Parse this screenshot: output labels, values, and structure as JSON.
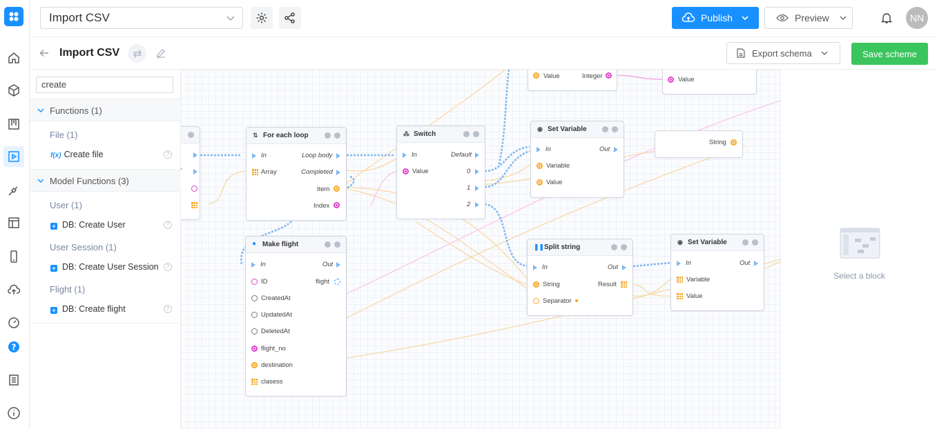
{
  "app": {
    "scheme_select": "Import CSV",
    "publish_label": "Publish",
    "preview_label": "Preview",
    "avatar_initials": "NN"
  },
  "subbar": {
    "title": "Import CSV",
    "export_label": "Export schema",
    "save_label": "Save scheme"
  },
  "rail": {
    "icons": [
      "home-icon",
      "cube-icon",
      "board-icon",
      "play-icon",
      "plug-icon",
      "layout-icon",
      "mobile-icon",
      "cloud-upload-icon",
      "gauge-icon",
      "help-icon",
      "book-icon",
      "info-icon"
    ]
  },
  "panel": {
    "search_value": "create",
    "sections": [
      {
        "label": "Functions (1)",
        "groups": [
          {
            "label": "File (1)",
            "items": [
              "Create file"
            ]
          }
        ]
      },
      {
        "label": "Model Functions (3)",
        "groups": [
          {
            "label": "User (1)",
            "items": [
              "DB: Create User"
            ]
          },
          {
            "label": "User Session (1)",
            "items": [
              "DB: Create User Session"
            ]
          },
          {
            "label": "Flight (1)",
            "items": [
              "DB: Create flight"
            ]
          }
        ]
      }
    ]
  },
  "canvas": {
    "partial_left": {
      "ports": [
        "w",
        "ed",
        "er",
        "s"
      ]
    },
    "top_node_a": {
      "ports": {
        "value": "Value",
        "integer": "Integer"
      }
    },
    "top_node_b": {
      "ports": {
        "value": "Value"
      }
    },
    "string_node": {
      "ports": {
        "string": "String"
      }
    },
    "for_each": {
      "title": "For each loop",
      "ports": {
        "in": "In",
        "array": "Array",
        "loop_body": "Loop body",
        "completed": "Completed",
        "item": "Item",
        "index": "Index"
      }
    },
    "switch": {
      "title": "Switch",
      "ports": {
        "in": "In",
        "value": "Value",
        "default": "Default",
        "c0": "0",
        "c1": "1",
        "c2": "2"
      }
    },
    "set_var_1": {
      "title": "Set Variable",
      "ports": {
        "in": "In",
        "out": "Out",
        "variable": "Variable",
        "value": "Value"
      }
    },
    "split_string": {
      "title": "Split string",
      "ports": {
        "in": "In",
        "out": "Out",
        "string": "String",
        "result": "Result",
        "separator": "Separator"
      }
    },
    "set_var_2": {
      "title": "Set Variable",
      "ports": {
        "in": "In",
        "out": "Out",
        "variable": "Variable",
        "value": "Value"
      }
    },
    "make_flight": {
      "title": "Make flight",
      "ports": {
        "in": "In",
        "out": "Out",
        "id": "ID",
        "flight": "flight",
        "created_at": "CreatedAt",
        "updated_at": "UpdatedAt",
        "deleted_at": "DeletedAt",
        "flight_no": "flight_no",
        "destination": "destination",
        "clasess": "clasess"
      }
    }
  },
  "rightpanel": {
    "empty_label": "Select a block"
  },
  "colors": {
    "primary": "#1890ff",
    "success": "#3cc55e",
    "exec_wire": "#7fb8f2",
    "data_orange": "#f5a623",
    "data_pink": "#e040c8"
  }
}
